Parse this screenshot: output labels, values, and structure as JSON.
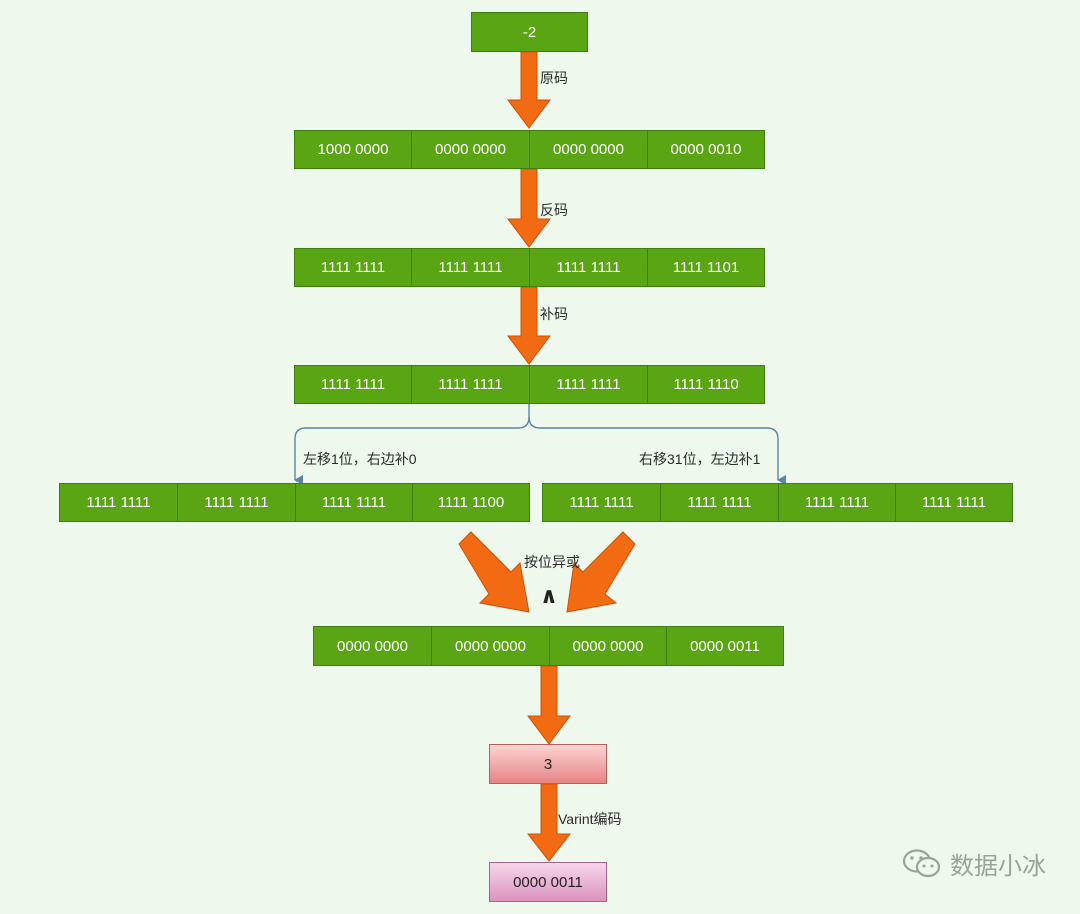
{
  "input": "-2",
  "row_original": [
    "1000 0000",
    "0000 0000",
    "0000 0000",
    "0000 0010"
  ],
  "row_inverse": [
    "1111 1111",
    "1111 1111",
    "1111 1111",
    "1111 1101"
  ],
  "row_complement": [
    "1111 1111",
    "1111 1111",
    "1111 1111",
    "1111 1110"
  ],
  "row_left_shift": [
    "1111 1111",
    "1111 1111",
    "1111 1111",
    "1111 1100"
  ],
  "row_right_shift": [
    "1111 1111",
    "1111 1111",
    "1111 1111",
    "1111 1111"
  ],
  "row_xor_result": [
    "0000 0000",
    "0000 0000",
    "0000 0000",
    "0000 0011"
  ],
  "result_value": "3",
  "varint_value": "0000 0011",
  "labels": {
    "original": "原码",
    "inverse": "反码",
    "complement": "补码",
    "left_shift": "左移1位，右边补0",
    "right_shift": "右移31位，左边补1",
    "xor": "按位异或",
    "xor_symbol": "∧",
    "varint": "Varint编码"
  },
  "watermark": "数据小冰",
  "colors": {
    "box_green": "#5aa514",
    "arrow_orange": "#f26a12",
    "connector_blue": "#5b86a8",
    "result_red": "#e88484",
    "varint_pink": "#dd93bf"
  }
}
